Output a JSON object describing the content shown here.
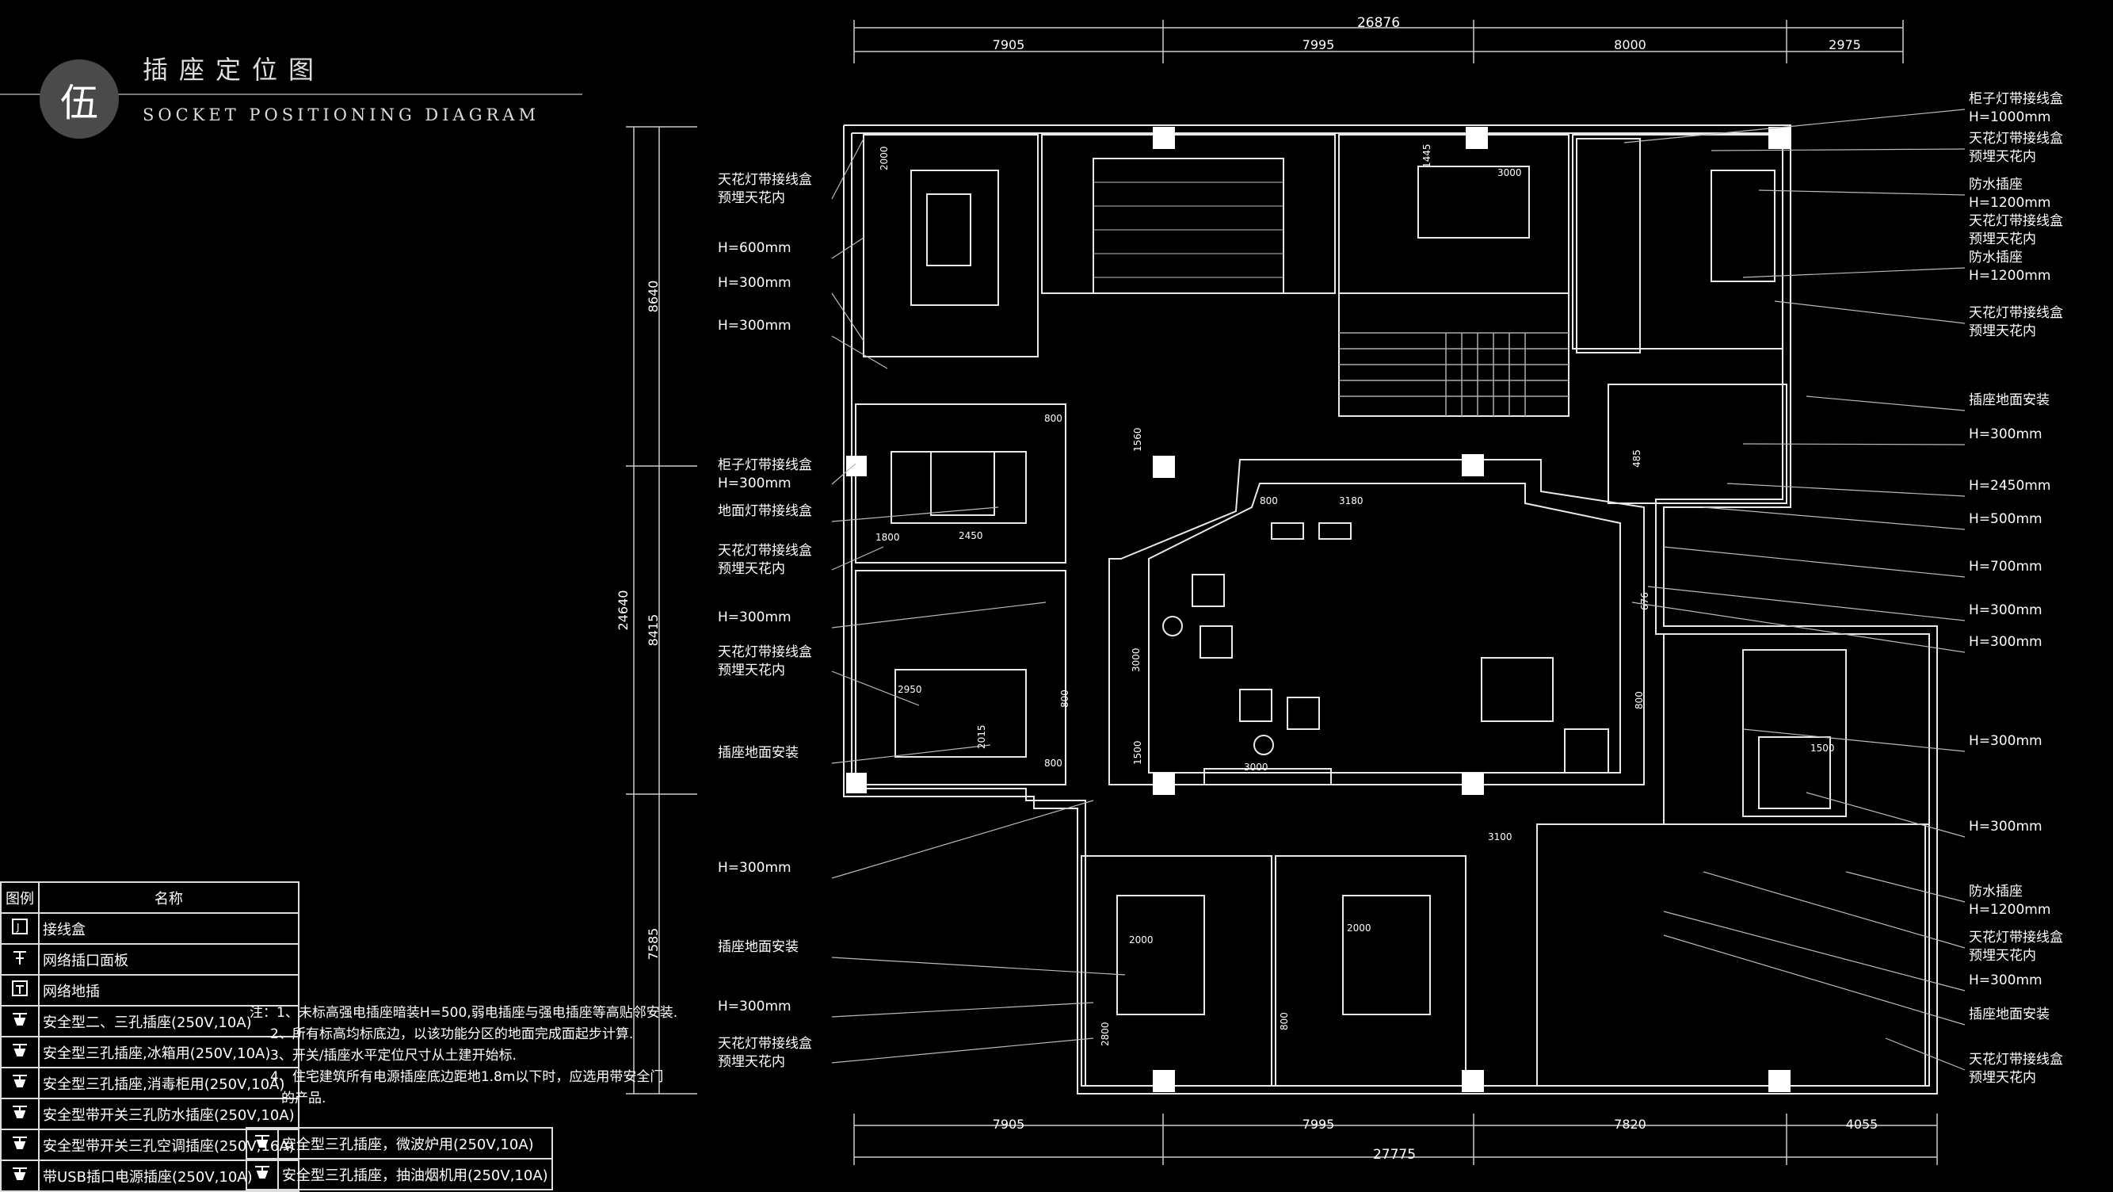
{
  "header": {
    "number": "伍",
    "title_cn": "插座定位图",
    "title_en": "SOCKET POSITIONING DIAGRAM"
  },
  "dimensions": {
    "top_total": "26876",
    "top": [
      "7905",
      "7995",
      "8000",
      "2975"
    ],
    "bottom": [
      "7905",
      "7995",
      "7820",
      "4055"
    ],
    "bottom_total": "27775",
    "left_total": "24640",
    "left": [
      "8640",
      "8415",
      "7585"
    ]
  },
  "labels_left": [
    [
      "天花灯带接线盒",
      "预埋天花内"
    ],
    [
      "H=600mm"
    ],
    [
      "H=300mm"
    ],
    [
      "H=300mm"
    ],
    [
      "柜子灯带接线盒",
      "H=300mm"
    ],
    [
      "地面灯带接线盒"
    ],
    [
      "天花灯带接线盒",
      "预埋天花内"
    ],
    [
      "H=300mm"
    ],
    [
      "天花灯带接线盒",
      "预埋天花内"
    ],
    [
      "插座地面安装"
    ],
    [
      "H=300mm"
    ],
    [
      "插座地面安装"
    ],
    [
      "H=300mm"
    ],
    [
      "天花灯带接线盒",
      "预埋天花内"
    ]
  ],
  "labels_right": [
    [
      "柜子灯带接线盒",
      "H=1000mm"
    ],
    [
      "天花灯带接线盒",
      "预埋天花内"
    ],
    [
      "防水插座",
      "H=1200mm",
      "天花灯带接线盒",
      "预埋天花内"
    ],
    [
      "防水插座",
      "H=1200mm"
    ],
    [
      "天花灯带接线盒",
      "预埋天花内"
    ],
    [
      "插座地面安装"
    ],
    [
      "H=300mm"
    ],
    [
      "H=2450mm"
    ],
    [
      "H=500mm"
    ],
    [
      "H=700mm"
    ],
    [
      "H=300mm"
    ],
    [
      "H=300mm"
    ],
    [
      "H=300mm"
    ],
    [
      "H=300mm"
    ],
    [
      "防水插座",
      "H=1200mm"
    ],
    [
      "天花灯带接线盒",
      "预埋天花内"
    ],
    [
      "H=300mm"
    ],
    [
      "插座地面安装"
    ],
    [
      "天花灯带接线盒",
      "预埋天花内"
    ]
  ],
  "room_dims": [
    "2000",
    "1445",
    "3000",
    "800",
    "1560",
    "800",
    "3180",
    "1800",
    "2450",
    "2950",
    "2015",
    "800",
    "3000",
    "1500",
    "3000",
    "800",
    "1500",
    "3100",
    "2000",
    "2000",
    "2800",
    "800",
    "485",
    "676",
    "800"
  ],
  "legend": {
    "head_icon": "图例",
    "head_name": "名称",
    "rows": [
      {
        "icon": "junction-box-icon",
        "name": "接线盒"
      },
      {
        "icon": "network-panel-icon",
        "name": "网络插口面板"
      },
      {
        "icon": "network-floor-icon",
        "name": "网络地插"
      },
      {
        "icon": "socket-icon",
        "name": "安全型二、三孔插座(250V,10A)"
      },
      {
        "icon": "socket-icon",
        "name": "安全型三孔插座,冰箱用(250V,10A)"
      },
      {
        "icon": "socket-icon",
        "name": "安全型三孔插座,消毒柜用(250V,10A)"
      },
      {
        "icon": "socket-icon",
        "name": "安全型带开关三孔防水插座(250V,10A)"
      },
      {
        "icon": "socket-icon",
        "name": "安全型带开关三孔空调插座(250V,16A)"
      },
      {
        "icon": "socket-icon",
        "name": "带USB插口电源插座(250V,10A)"
      }
    ],
    "rows2": [
      {
        "icon": "socket-icon",
        "name": "安全型三孔插座，微波炉用(250V,10A)"
      },
      {
        "icon": "socket-icon",
        "name": "安全型三孔插座，抽油烟机用(250V,10A)"
      }
    ]
  },
  "notes": [
    "注：1、未标高强电插座暗装H=500,弱电插座与强电插座等高贴邻安装.",
    "2、所有标高均标底边，以该功能分区的地面完成面起步计算.",
    "3、开关/插座水平定位尺寸从土建开始标.",
    "4、住宅建筑所有电源插座底边距地1.8m以下时，应选用带安全门",
    "的产品."
  ]
}
